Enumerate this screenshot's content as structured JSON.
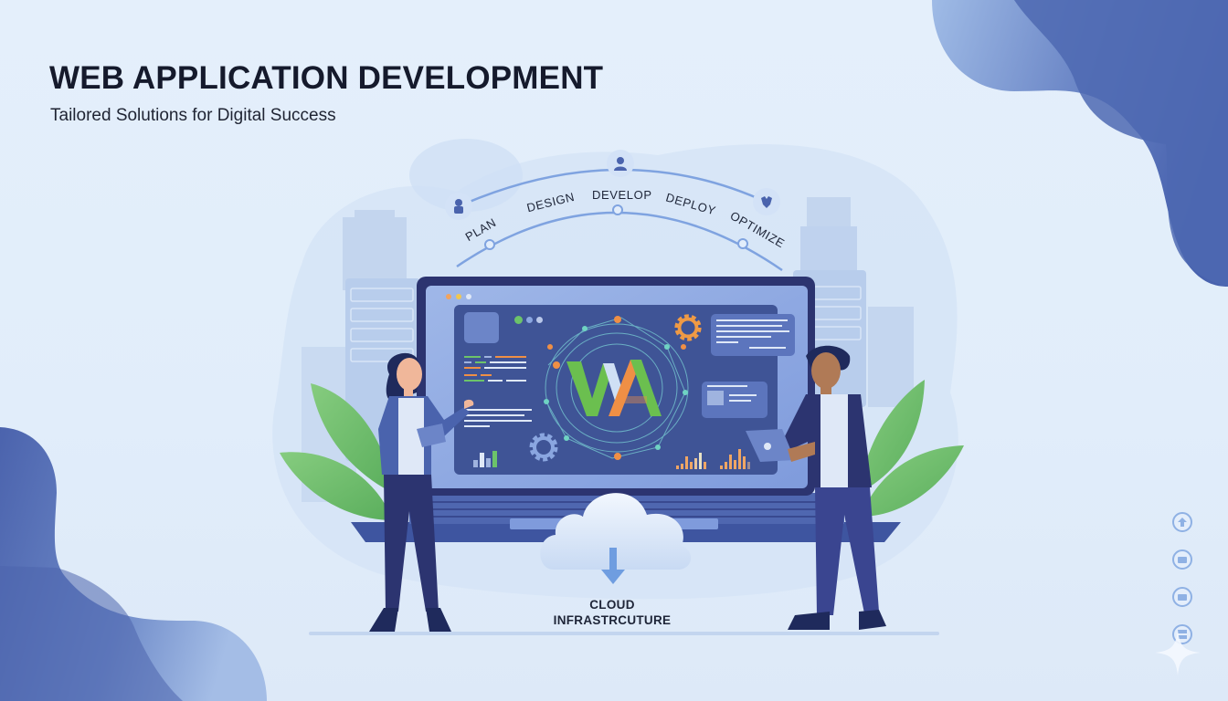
{
  "header": {
    "title": "WEB APPLICATION DEVELOPMENT",
    "subtitle": "Tailored Solutions for Digital Success"
  },
  "lifecycle": {
    "stages": [
      {
        "label": "PLAN",
        "icon": "person-idea-icon"
      },
      {
        "label": "DESIGN",
        "icon": ""
      },
      {
        "label": "DEVELOP",
        "icon": "user-icon"
      },
      {
        "label": "DEPLOY",
        "icon": ""
      },
      {
        "label": "OPTIMIZE",
        "icon": "shield-down-icon"
      }
    ]
  },
  "screen": {
    "logo_text": "WA",
    "window_dots": [
      "#f2a35e",
      "#f1c74f",
      "#dfe8f7"
    ],
    "status_dots": [
      "#6cc36a",
      "#8aa6e0",
      "#b9c8ea"
    ]
  },
  "cloud": {
    "label_line1": "CLOUD",
    "label_line2": "INFRASTRCUTURE"
  },
  "side_nav": {
    "items": [
      {
        "icon": "upload-icon"
      },
      {
        "icon": "window-icon"
      },
      {
        "icon": "window-icon"
      },
      {
        "icon": "database-icon"
      }
    ]
  },
  "colors": {
    "background": "#e2eefa",
    "navy": "#2c3470",
    "accent_blue": "#4a63ad",
    "screen_blue": "#3f5496",
    "green": "#6bbf6a",
    "orange": "#ef8f45",
    "title_text": "#151a2c"
  }
}
